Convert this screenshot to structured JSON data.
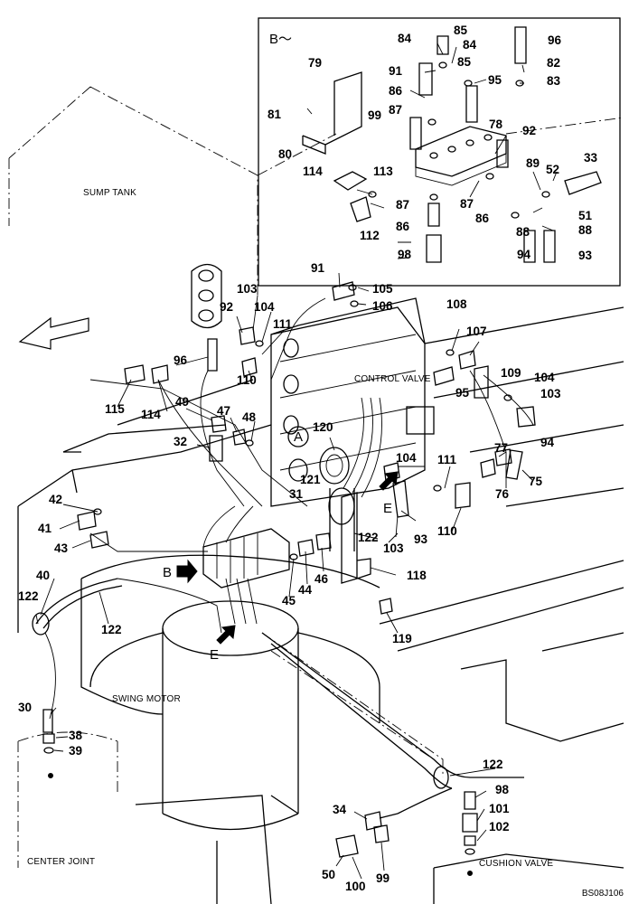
{
  "inset": {
    "title": "B～"
  },
  "area_labels": [
    {
      "id": "sump-tank",
      "text": "SUMP TANK"
    },
    {
      "id": "control-valve",
      "text": "CONTROL VALVE"
    },
    {
      "id": "swing-motor",
      "text": "SWING MOTOR"
    },
    {
      "id": "center-joint",
      "text": "CENTER JOINT"
    },
    {
      "id": "cushion-valve",
      "text": "CUSHION VALVE"
    }
  ],
  "view_markers": {
    "a": "A",
    "b": "B",
    "e1": "E",
    "e2": "E"
  },
  "drawing_code": "BS08J106",
  "callouts": [
    "84",
    "85",
    "84",
    "96",
    "79",
    "91",
    "85",
    "82",
    "95",
    "83",
    "86",
    "87",
    "81",
    "99",
    "78",
    "92",
    "80",
    "33",
    "89",
    "52",
    "114",
    "113",
    "51",
    "87",
    "87",
    "86",
    "88",
    "112",
    "86",
    "88",
    "98",
    "94",
    "93",
    "91",
    "105",
    "103",
    "106",
    "92",
    "104",
    "111",
    "108",
    "107",
    "96",
    "109",
    "104",
    "110",
    "115",
    "114",
    "95",
    "103",
    "49",
    "48",
    "47",
    "120",
    "94",
    "32",
    "A",
    "104",
    "111",
    "77",
    "121",
    "31",
    "75",
    "42",
    "76",
    "E",
    "41",
    "43",
    "103",
    "93",
    "110",
    "122",
    "40",
    "B",
    "118",
    "122",
    "45",
    "44",
    "46",
    "122",
    "119",
    "E",
    "30",
    "38",
    "39",
    "122",
    "98",
    "34",
    "101",
    "102",
    "50",
    "100",
    "99"
  ]
}
